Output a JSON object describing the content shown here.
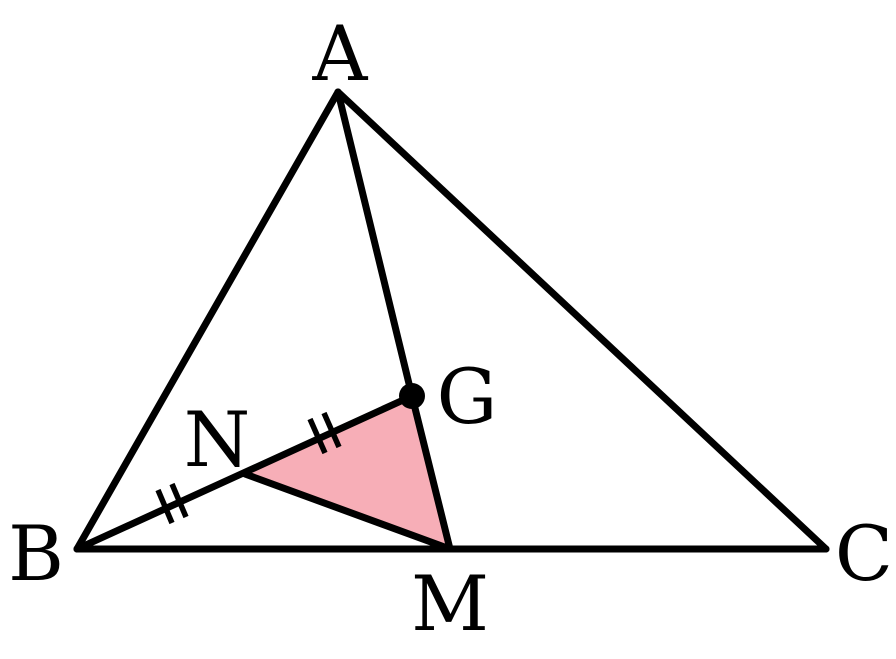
{
  "diagram": {
    "points": {
      "A": "A",
      "B": "B",
      "C": "C",
      "G": "G",
      "M": "M",
      "N": "N"
    },
    "colors": {
      "stroke": "#000000",
      "shaded_region": "#f7aeb7",
      "background": "#ffffff"
    },
    "marks": {
      "equal_segments": [
        "BN",
        "NG"
      ],
      "shaded_triangle": "NGM",
      "dot_at": "G"
    }
  }
}
